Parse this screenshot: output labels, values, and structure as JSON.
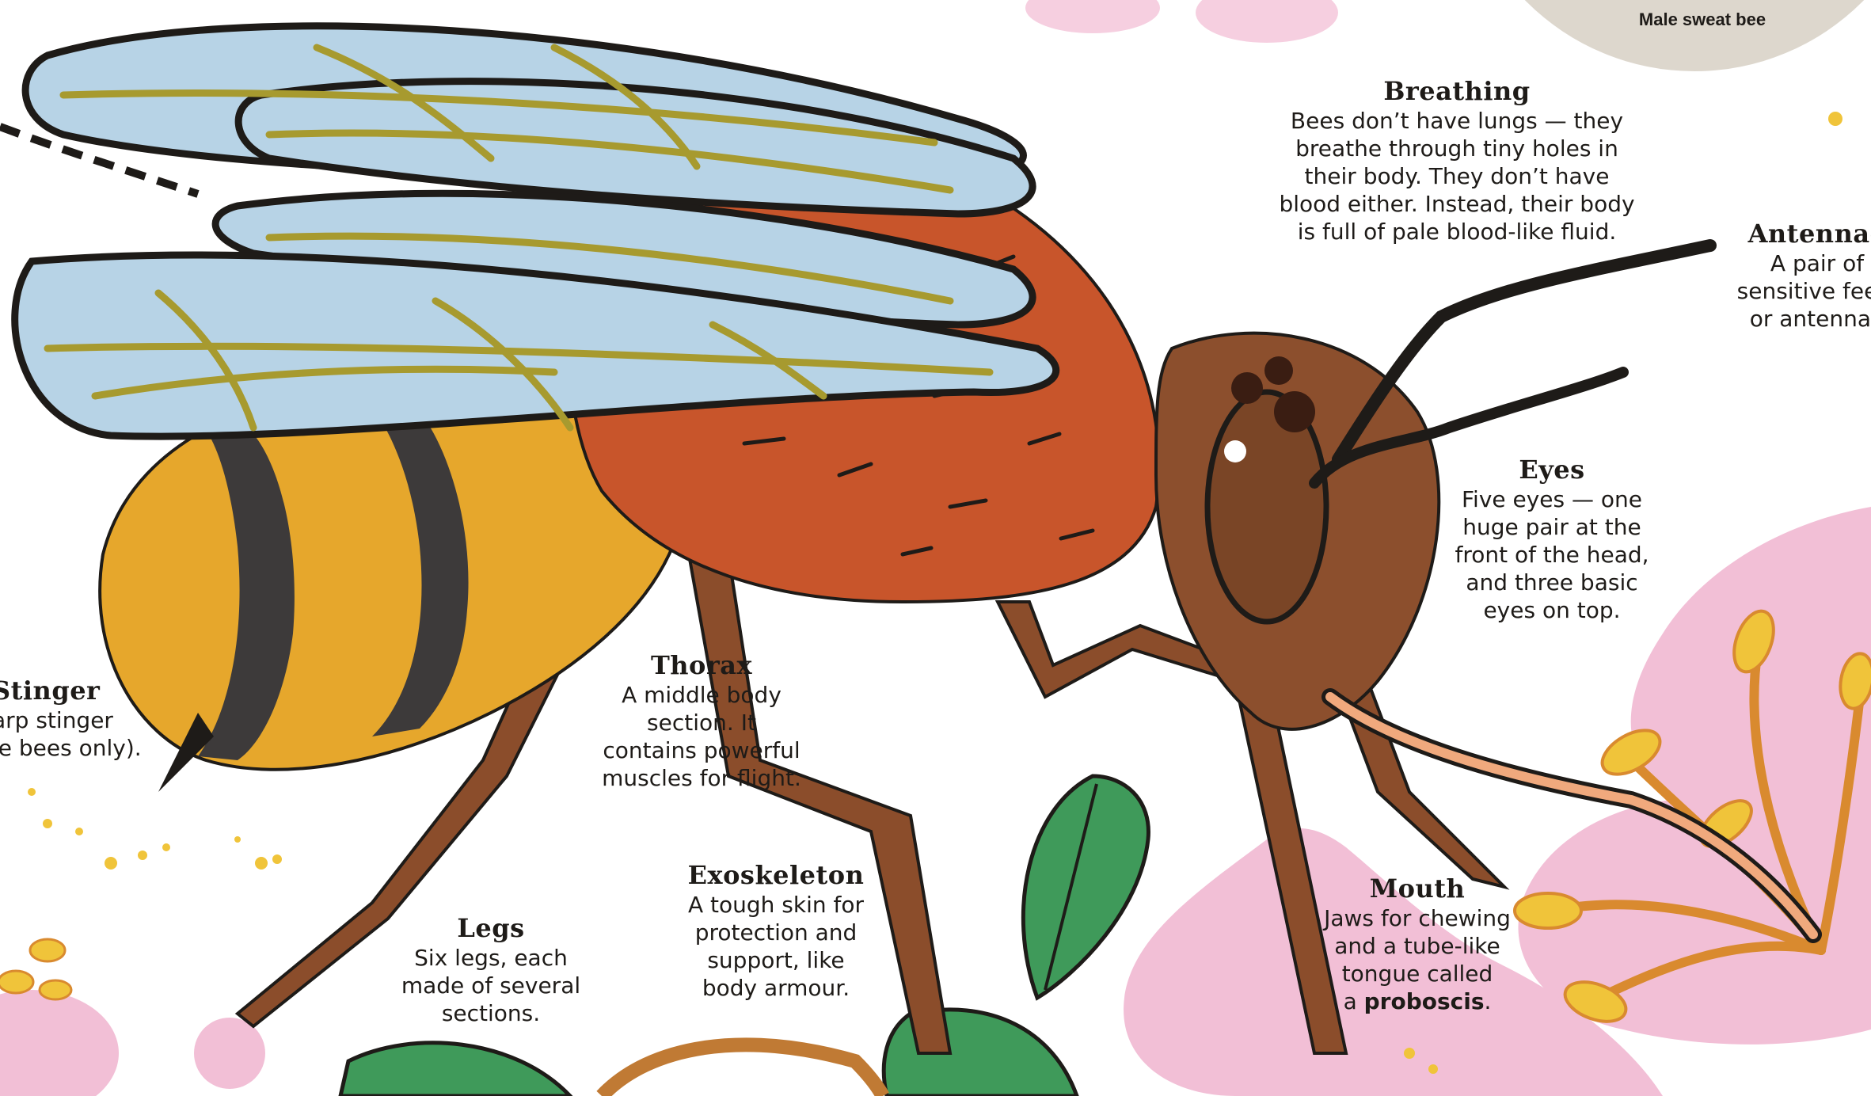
{
  "inset": {
    "caption": "Male sweat bee"
  },
  "labels": {
    "breathing": {
      "title": "Breathing",
      "lines": [
        "Bees don’t have lungs — they",
        "breathe through tiny holes in",
        "their body. They don’t have",
        "blood either. Instead, their body",
        "is full of pale blood-like fluid."
      ]
    },
    "antennae": {
      "title": "Antennae",
      "lines": [
        "A pair of",
        "sensitive feele",
        "or antennae"
      ]
    },
    "eyes": {
      "title": "Eyes",
      "lines": [
        "Five eyes — one",
        "huge pair at the",
        "front of the head,",
        "and three basic",
        "eyes on top."
      ]
    },
    "thorax": {
      "title": "Thorax",
      "lines": [
        "A middle body",
        "section. It",
        "contains powerful",
        "muscles for flight."
      ]
    },
    "stinger": {
      "title": "Stinger",
      "lines": [
        "arp stinger",
        "le bees only)."
      ]
    },
    "exoskeleton": {
      "title": "Exoskeleton",
      "lines": [
        "A tough skin for",
        "protection and",
        "support, like",
        "body armour."
      ]
    },
    "legs": {
      "title": "Legs",
      "lines": [
        "Six legs, each",
        "made of several",
        "sections."
      ]
    },
    "mouth": {
      "title": "Mouth",
      "lines": [
        "Jaws for chewing",
        "and a tube-like",
        "tongue called"
      ],
      "last_prefix": "a ",
      "last_bold": "proboscis",
      "last_suffix": "."
    }
  },
  "colors": {
    "wing_fill": "#b7d3e6",
    "wing_vein": "#a79a2f",
    "thorax": "#c8552b",
    "head": "#8c4f2d",
    "abdomen_yellow": "#e6a72c",
    "abdomen_dark": "#3d3a3a",
    "leg": "#8b4d2b",
    "flower_pink": "#f2bfd6",
    "stamen_yellow": "#f0c43a",
    "leaf_green": "#3f9a5a",
    "inset_bg": "#ddd7cd"
  }
}
